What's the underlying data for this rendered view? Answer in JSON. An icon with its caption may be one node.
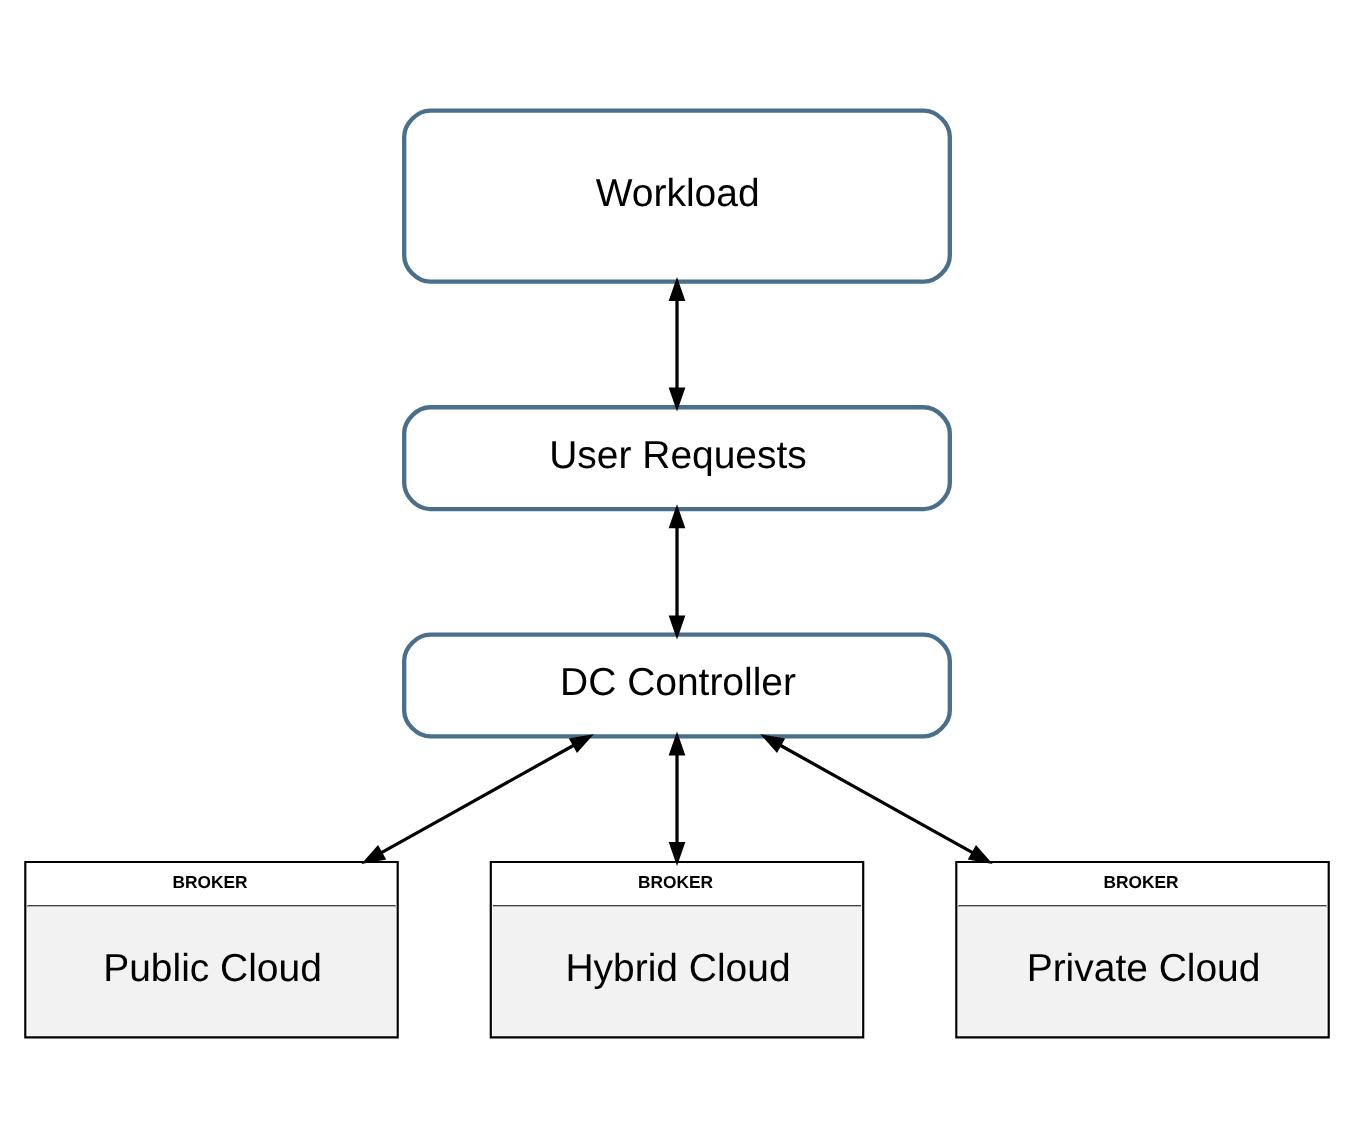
{
  "diagram": {
    "nodes": [
      {
        "text": [
          "Workload"
        ]
      },
      {
        "text": [
          "User Requests"
        ]
      },
      {
        "text": [
          "DC Controller"
        ]
      },
      {
        "text": [
          "BROKER",
          "Public Cloud"
        ]
      },
      {
        "text": [
          "BROKER",
          "Hybrid Cloud"
        ]
      },
      {
        "text": [
          "BROKER",
          "Private Cloud"
        ]
      }
    ],
    "edges": [
      {
        "from": 0,
        "to": 1,
        "arrow": "both"
      },
      {
        "from": 1,
        "to": 2,
        "arrow": "both"
      },
      {
        "from": 2,
        "to": 3,
        "arrow": "both"
      },
      {
        "from": 2,
        "to": 4,
        "arrow": "both"
      },
      {
        "from": 2,
        "to": 5,
        "arrow": "both"
      }
    ]
  }
}
